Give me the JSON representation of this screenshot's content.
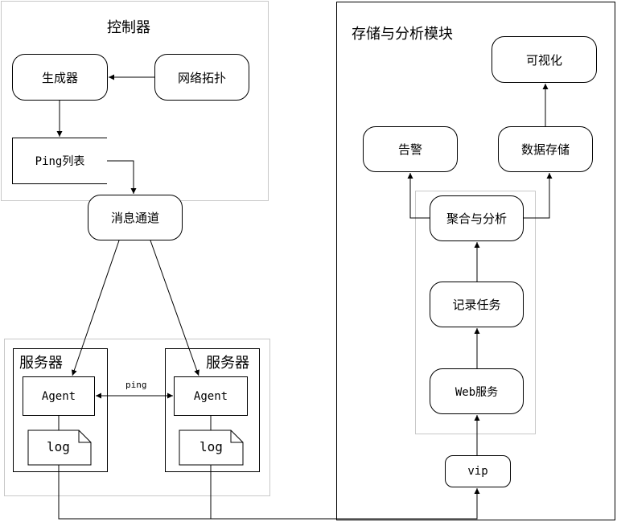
{
  "controller": {
    "title": "控制器",
    "generator": "生成器",
    "topology": "网络拓扑",
    "ping_list": "Ping列表"
  },
  "message_channel": "消息通道",
  "servers": {
    "left": {
      "title": "服务器",
      "agent": "Agent",
      "log": "log"
    },
    "right": {
      "title": "服务器",
      "agent": "Agent",
      "log": "log"
    },
    "ping_label": "ping"
  },
  "storage": {
    "title": "存储与分析模块",
    "visualize": "可视化",
    "alert": "告警",
    "data_store": "数据存储",
    "aggregate": "聚合与分析",
    "record_task": "记录任务",
    "web_service": "Web服务",
    "vip": "vip"
  }
}
